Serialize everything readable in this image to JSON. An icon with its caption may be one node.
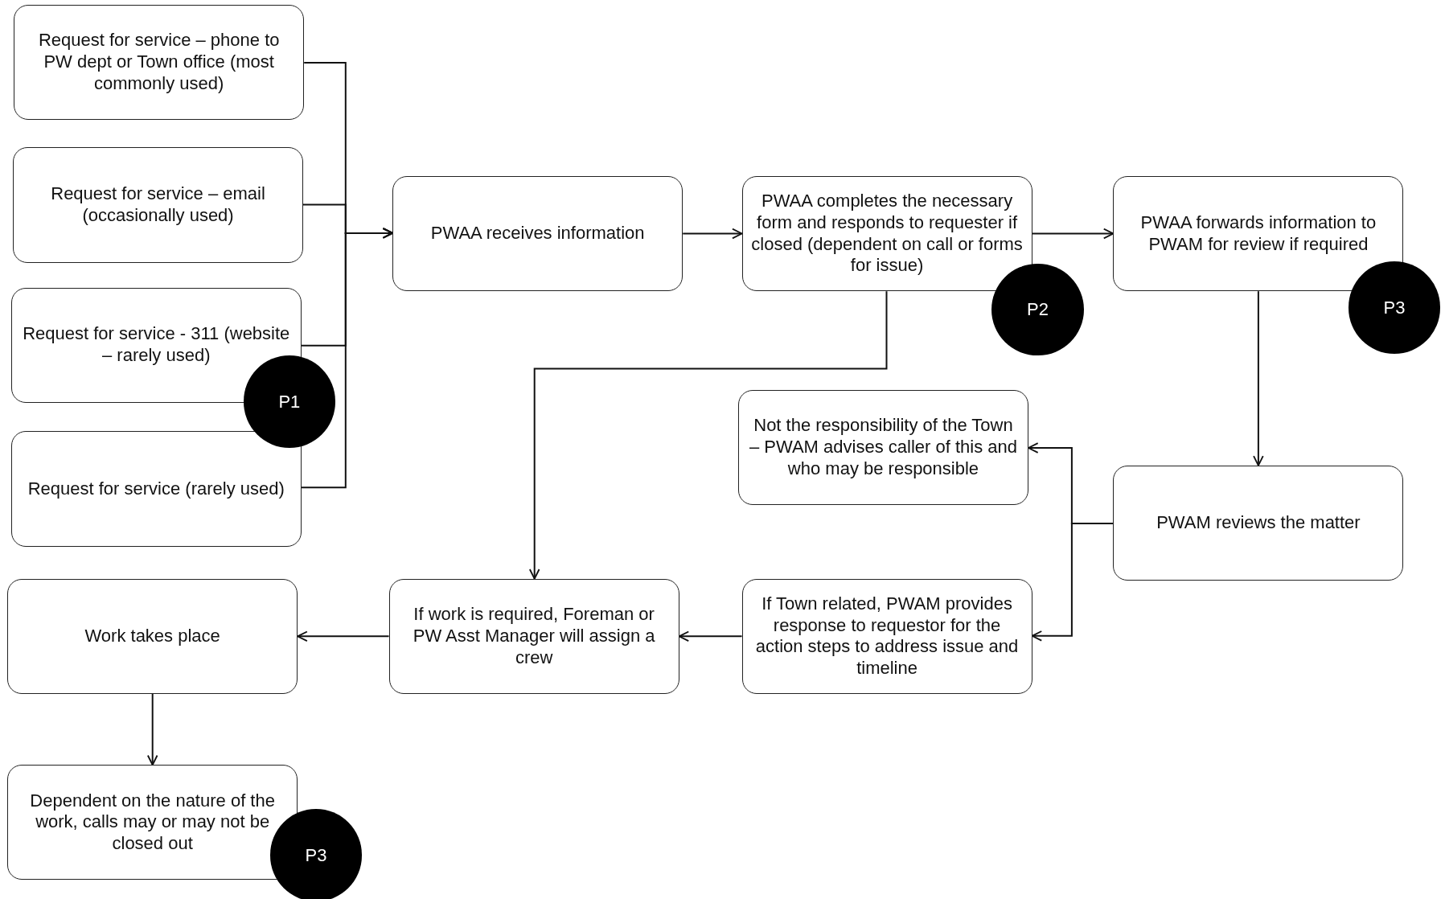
{
  "diagram": {
    "nodes": [
      {
        "text": [
          "Request for service – phone to PW dept or Town office (most commonly used)"
        ]
      },
      {
        "text": [
          "Request for service – email (occasionally used)"
        ]
      },
      {
        "text": [
          "Request for service - 311 (website – rarely used)"
        ]
      },
      {
        "text": [
          "Request for service (rarely used)"
        ]
      },
      {
        "text": [
          "PWAA receives information"
        ]
      },
      {
        "text": [
          "PWAA completes the necessary form and responds to requester if closed (dependent on call or forms for issue)"
        ]
      },
      {
        "text": [
          "PWAA forwards information to PWAM  for review if required"
        ]
      },
      {
        "text": [
          "Not the responsibility of the Town – PWAM advises caller of this and who may be responsible"
        ]
      },
      {
        "text": [
          "PWAM reviews the matter"
        ]
      },
      {
        "text": [
          "If Town related, PWAM provides response to requestor for the action steps to address issue and timeline"
        ]
      },
      {
        "text": [
          "If work is required, Foreman or PW Asst Manager will assign a crew"
        ]
      },
      {
        "text": [
          "Work takes place"
        ]
      },
      {
        "text": [
          "Dependent on the nature of the work, calls may or may not be closed out"
        ]
      },
      {
        "text": [
          "P1"
        ]
      },
      {
        "text": [
          "P2"
        ]
      },
      {
        "text": [
          "P3"
        ]
      },
      {
        "text": [
          "P3"
        ]
      }
    ],
    "edges": [
      {
        "from": 0,
        "to": 4,
        "arrow": "to"
      },
      {
        "from": 1,
        "to": 4,
        "arrow": "to"
      },
      {
        "from": 2,
        "to": 4,
        "arrow": "to"
      },
      {
        "from": 3,
        "to": 4,
        "arrow": "to"
      },
      {
        "from": 4,
        "to": 5,
        "arrow": "to"
      },
      {
        "from": 5,
        "to": 6,
        "arrow": "to"
      },
      {
        "from": 6,
        "to": 8,
        "arrow": "to"
      },
      {
        "from": 5,
        "to": 10,
        "arrow": "to"
      },
      {
        "from": 8,
        "to": 7,
        "arrow": "to"
      },
      {
        "from": 8,
        "to": 9,
        "arrow": "to"
      },
      {
        "from": 9,
        "to": 10,
        "arrow": "to"
      },
      {
        "from": 10,
        "to": 11,
        "arrow": "to"
      },
      {
        "from": 11,
        "to": 12,
        "arrow": "to"
      }
    ]
  }
}
